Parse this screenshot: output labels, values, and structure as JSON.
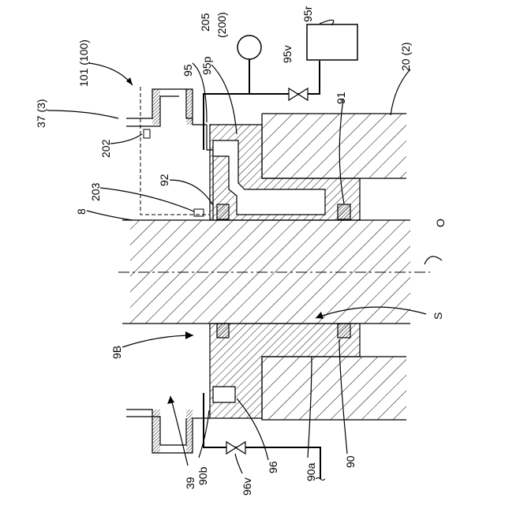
{
  "labels": {
    "l101": "101 (100)",
    "l37": "37 (3)",
    "l202": "202",
    "l203": "203",
    "l8": "8",
    "l92": "92",
    "l95": "95",
    "l95p": "95p",
    "l205": "205",
    "l200": "(200)",
    "l95v": "95v",
    "l95r": "95r",
    "l20": "20 (2)",
    "l91": "91",
    "lO": "O",
    "lS": "S",
    "l9B": "9B",
    "l39": "39",
    "l90b": "90b",
    "l96v": "96v",
    "l96": "96",
    "l90a": "90a",
    "l90": "90"
  }
}
